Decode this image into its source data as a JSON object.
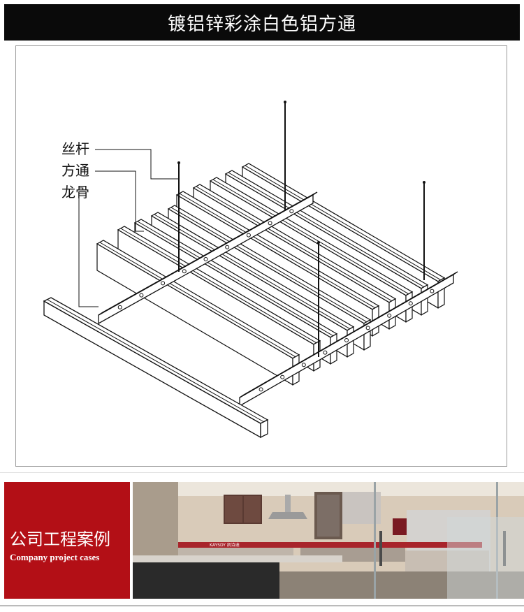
{
  "header": {
    "title": "镀铝锌彩涂白色铝方通"
  },
  "diagram": {
    "labels": {
      "rod": "丝杆",
      "tube": "方通",
      "keel": "龙骨"
    }
  },
  "cases": {
    "title_zh": "公司工程案例",
    "title_en": "Company project cases"
  },
  "photo": {
    "store_sign": "KAYSDY 凯诗迪",
    "icons": [
      "range-hood-icon",
      "cabinet-icon",
      "glass-door-icon"
    ]
  },
  "colors": {
    "header_bg": "#0a0a0a",
    "accent_red": "#b30f16",
    "frame_border": "#9a9a9a"
  }
}
